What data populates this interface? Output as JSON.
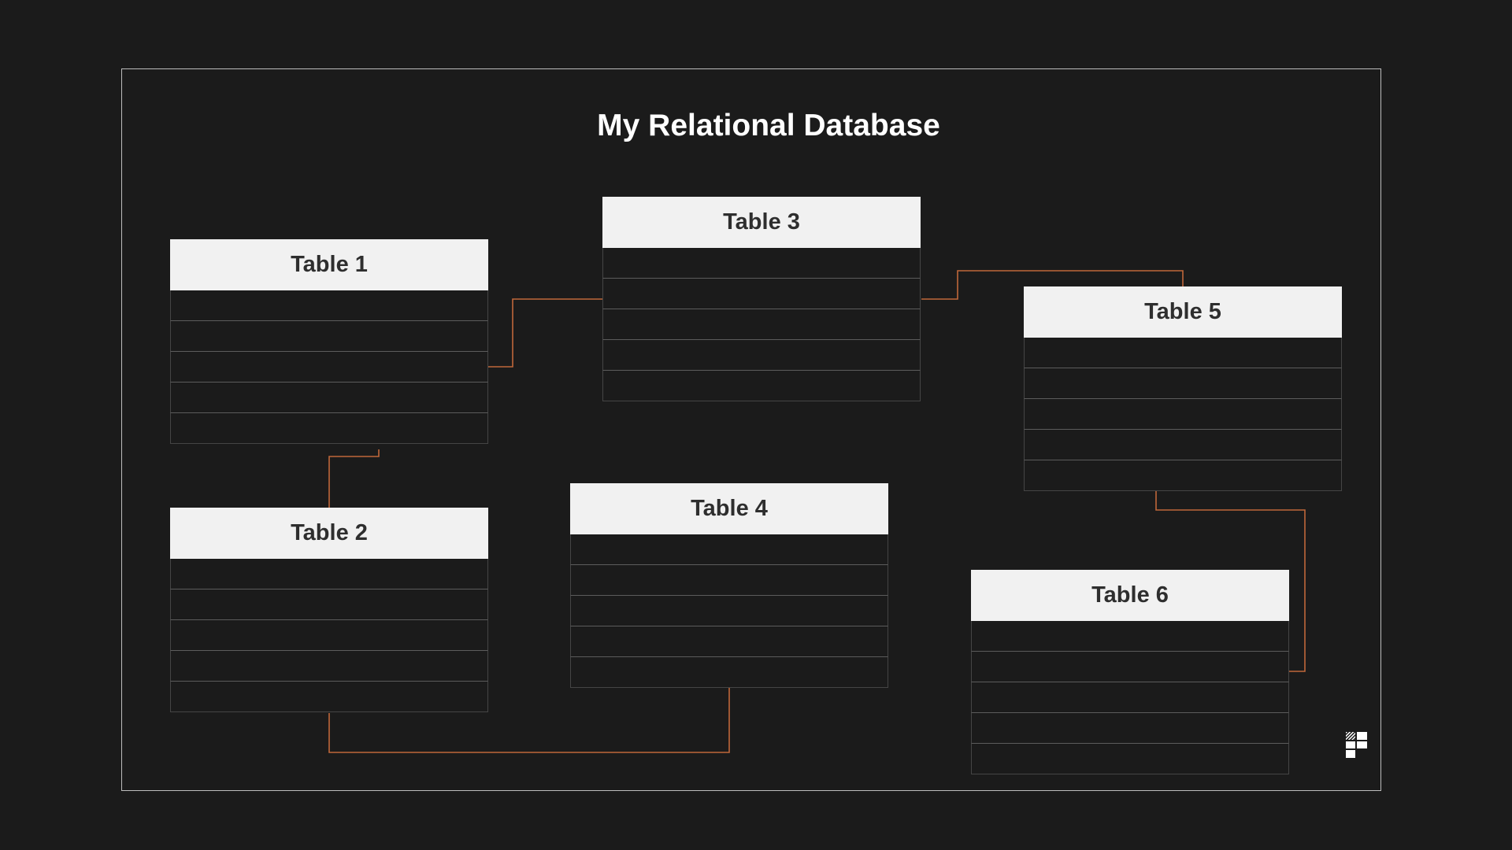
{
  "diagram": {
    "title": "My Relational Database",
    "tables": [
      {
        "id": "table-1",
        "name": "Table 1",
        "rows": 5
      },
      {
        "id": "table-2",
        "name": "Table 2",
        "rows": 5
      },
      {
        "id": "table-3",
        "name": "Table 3",
        "rows": 5
      },
      {
        "id": "table-4",
        "name": "Table 4",
        "rows": 5
      },
      {
        "id": "table-5",
        "name": "Table 5",
        "rows": 5
      },
      {
        "id": "table-6",
        "name": "Table 6",
        "rows": 5
      }
    ],
    "relationships": [
      {
        "from": "Table 1",
        "to": "Table 3"
      },
      {
        "from": "Table 1",
        "to": "Table 2"
      },
      {
        "from": "Table 3",
        "to": "Table 5"
      },
      {
        "from": "Table 2",
        "to": "Table 4"
      },
      {
        "from": "Table 5",
        "to": "Table 6"
      }
    ],
    "colors": {
      "background": "#1b1b1b",
      "frame_border": "#bdbdbd",
      "header_fill": "#f1f1f1",
      "header_text": "#2e2e2e",
      "connector": "#c0673a",
      "title_text": "#ffffff"
    },
    "logo_icon": "pixel-grid-logo-icon"
  }
}
